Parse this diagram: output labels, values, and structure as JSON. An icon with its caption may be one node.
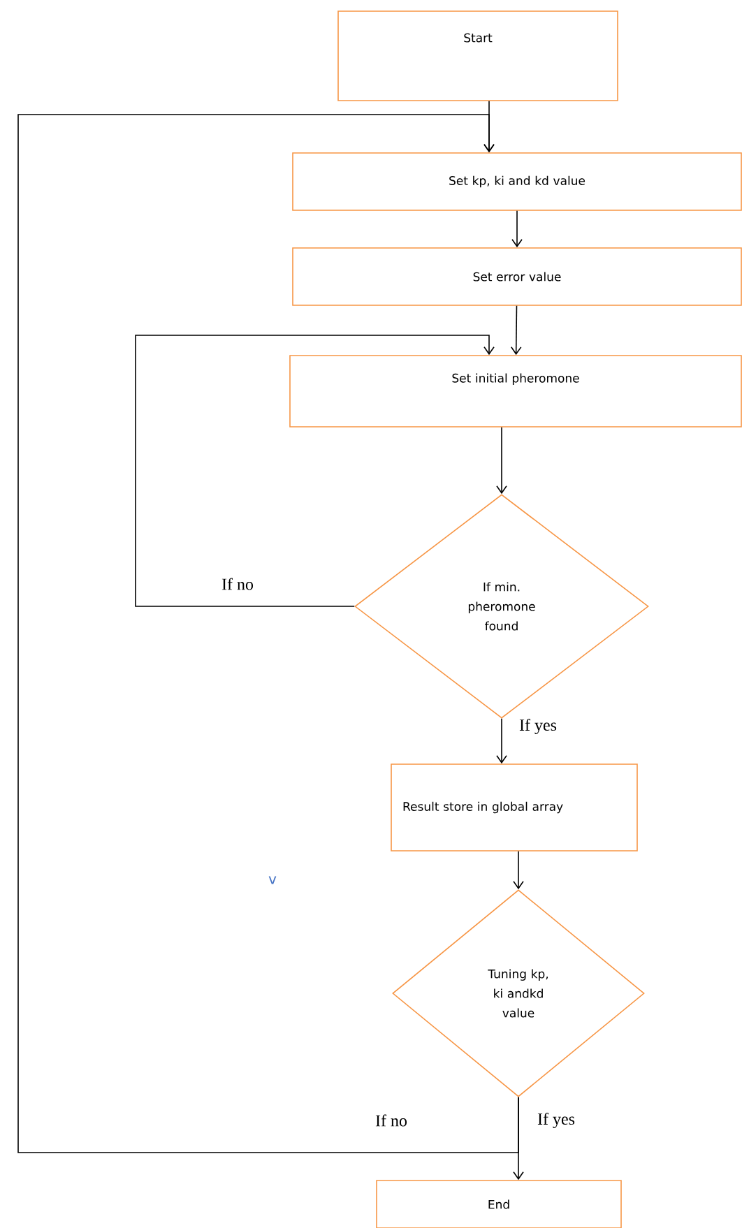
{
  "diagram": {
    "nodes": [
      {
        "text": [
          "Start"
        ]
      },
      {
        "text": [
          "Set kp, ki and kd value"
        ]
      },
      {
        "text": [
          "Set error value"
        ]
      },
      {
        "text": [
          "Set initial pheromone"
        ]
      },
      {
        "text": [
          "If min. pheromone found"
        ]
      },
      {
        "text": [
          "Result store in global array"
        ]
      },
      {
        "text": [
          "Tuning kp, ki andkd value"
        ]
      },
      {
        "text": [
          "End"
        ]
      }
    ],
    "edges": [
      {
        "from": 0,
        "to": 1,
        "arrow": "to"
      },
      {
        "from": 1,
        "to": 2,
        "arrow": "to"
      },
      {
        "from": 2,
        "to": 3,
        "arrow": "to"
      },
      {
        "from": 3,
        "to": 4,
        "arrow": "to"
      },
      {
        "from": 4,
        "to": 3,
        "arrow": "to",
        "label": "If no"
      },
      {
        "from": 4,
        "to": 5,
        "arrow": "to",
        "label": "If yes"
      },
      {
        "from": 5,
        "to": 6,
        "arrow": "to"
      },
      {
        "from": 6,
        "to": 1,
        "arrow": "to",
        "label": "If no"
      },
      {
        "from": 6,
        "to": 7,
        "arrow": "to",
        "label": "If yes"
      }
    ],
    "labels": [
      "v"
    ]
  }
}
